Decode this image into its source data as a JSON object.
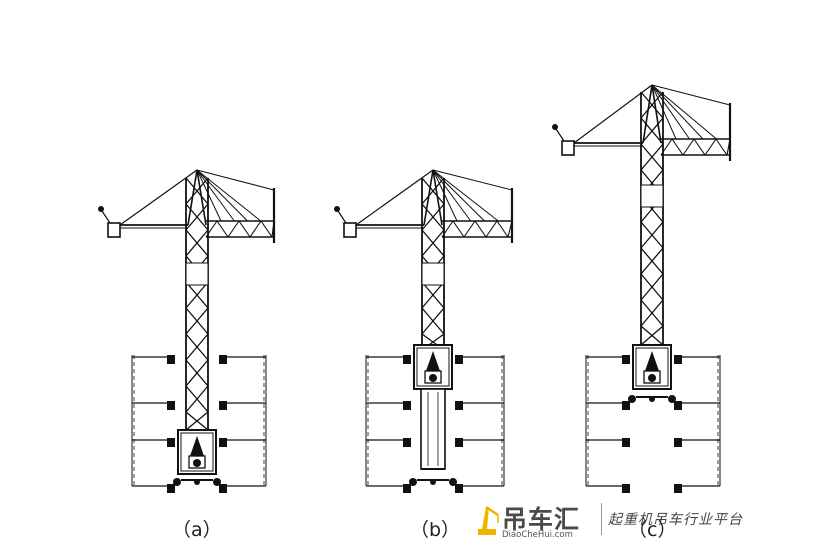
{
  "captions": {
    "a": "（a）",
    "b": "（b）",
    "c": "（c）"
  },
  "watermark": {
    "brand": "吊车汇",
    "domain": "DiaoCheHui.com",
    "slogan": "起重机吊车行业平台",
    "accent": "#f0b400"
  }
}
